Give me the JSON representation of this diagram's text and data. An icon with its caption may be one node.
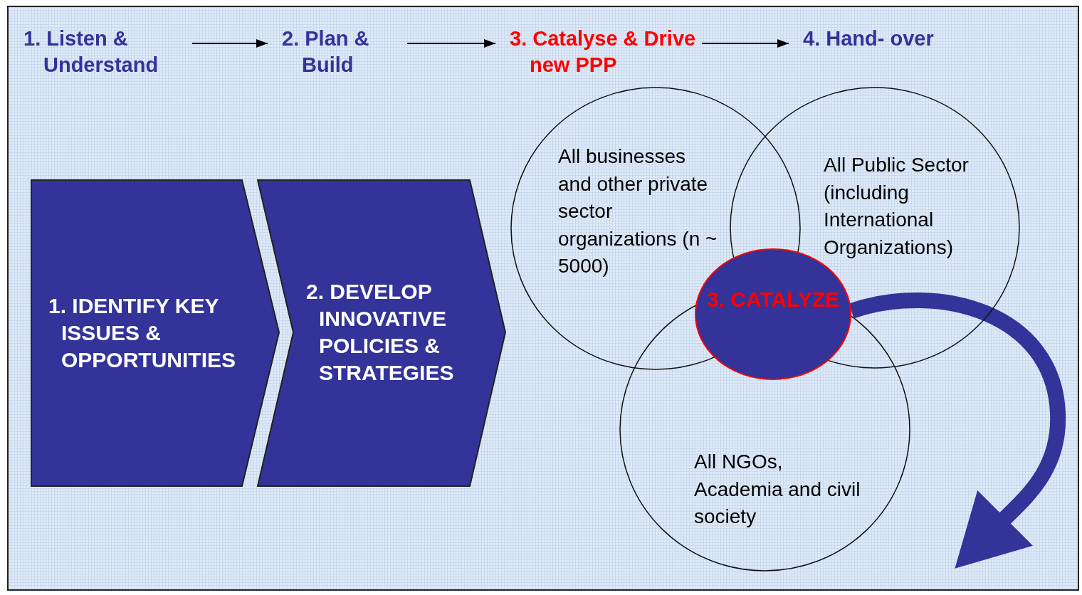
{
  "diagram": {
    "nodes": [
      {
        "text": [
          "1. Listen & Understand"
        ]
      },
      {
        "text": [
          "2. Plan & Build"
        ]
      },
      {
        "text": [
          "3. Catalyse & Drive new PPP"
        ]
      },
      {
        "text": [
          "4. Hand- over"
        ]
      },
      {
        "text": [
          "1. IDENTIFY KEY ISSUES & OPPORTUNITIES"
        ]
      },
      {
        "text": [
          "2. DEVELOP INNOVATIVE POLICIES & STRATEGIES"
        ]
      },
      {
        "text": [
          "All businesses and other private sector organizations (n ~ 5000)"
        ]
      },
      {
        "text": [
          "All Public Sector (including International Organizations)"
        ]
      },
      {
        "text": [
          "All NGOs, Academia and civil society"
        ]
      },
      {
        "text": [
          "3. CATALYZE"
        ]
      }
    ],
    "edges": [
      {
        "from": 0,
        "to": 1,
        "arrow": "to"
      },
      {
        "from": 1,
        "to": 2,
        "arrow": "to"
      },
      {
        "from": 2,
        "to": 3,
        "arrow": "to"
      },
      {
        "from": 9,
        "to": null,
        "arrow": "to",
        "style": "thick",
        "color": "#333399"
      }
    ]
  }
}
